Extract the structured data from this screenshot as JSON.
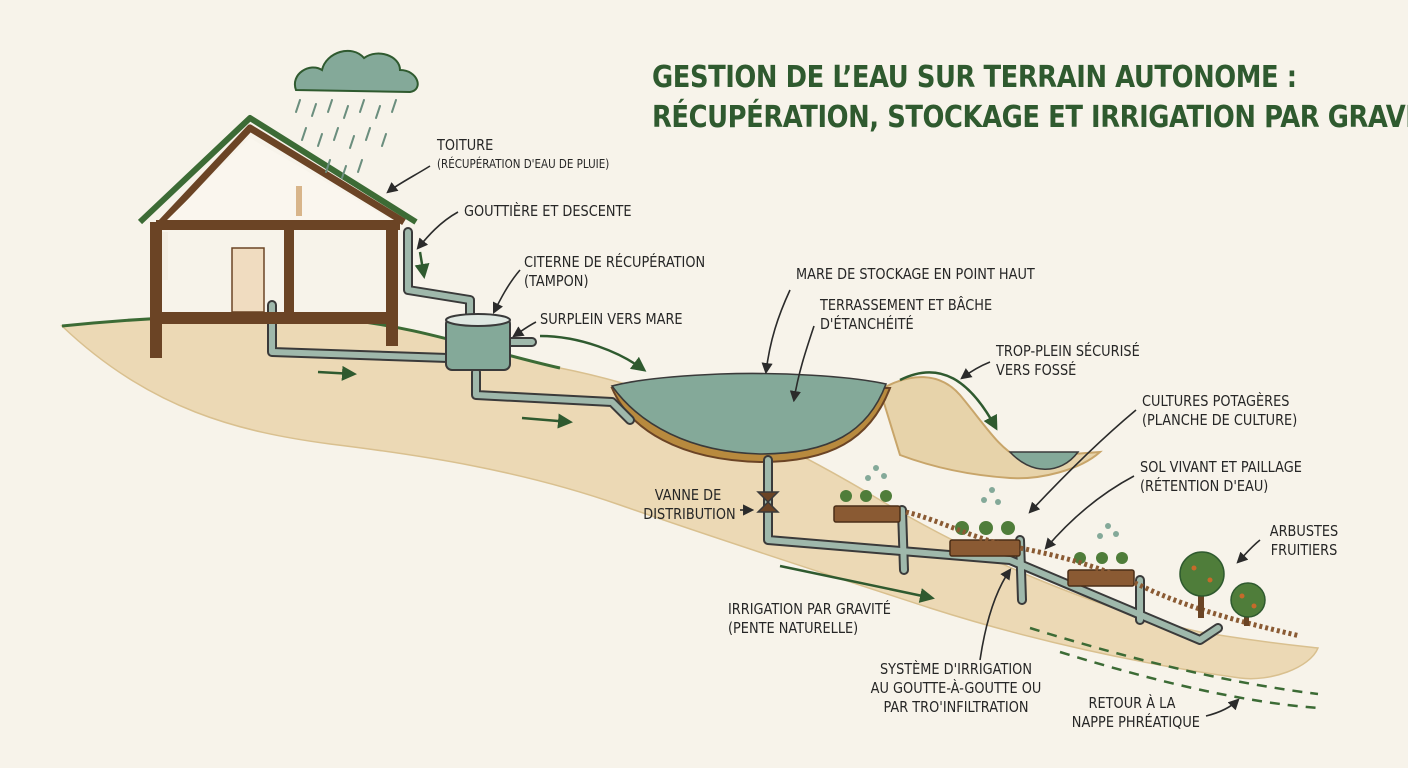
{
  "title": {
    "line1": "GESTION DE L’EAU SUR TERRAIN AUTONOME :",
    "line2": "RÉCUPÉRATION, STOCKAGE ET IRRIGATION PAR GRAVITÉ"
  },
  "labels": {
    "toiture": {
      "line1": "TOITURE",
      "line2": "(RÉCUPÉRATION D'EAU DE PLUIE)"
    },
    "gouttiere": {
      "line1": "GOUTTIÈRE ET DESCENTE"
    },
    "citerne": {
      "line1": "CITERNE DE RÉCUPÉRATION",
      "line2": "(TAMPON)"
    },
    "surplein": {
      "line1": "SURPLEIN VERS MARE"
    },
    "mare": {
      "line1": "MARE DE STOCKAGE EN POINT HAUT"
    },
    "terrassement": {
      "line1": "TERRASSEMENT ET BÂCHE",
      "line2": "D'ÉTANCHÉITÉ"
    },
    "trop_plein": {
      "line1": "TROP-PLEIN SÉCURISÉ",
      "line2": "VERS FOSSÉ"
    },
    "cultures": {
      "line1": "CULTURES POTAGÈRES",
      "line2": "(PLANCHE DE CULTURE)"
    },
    "sol": {
      "line1": "SOL VIVANT ET PAILLAGE",
      "line2": "(RÉTENTION D'EAU)"
    },
    "vanne": {
      "line1": "VANNE DE",
      "line2": "DISTRIBUTION"
    },
    "arbustes": {
      "line1": "ARBUSTES",
      "line2": "FRUITIERS"
    },
    "irrigation_gravite": {
      "line1": "IRRIGATION PAR GRAVITÉ",
      "line2": "(PENTE NATURELLE)"
    },
    "goutte": {
      "line1": "SYSTÈME D'IRRIGATION",
      "line2": "AU GOUTTE-À-GOUTTE OU",
      "line3": "PAR TRO'INFILTRATION"
    },
    "retour": {
      "line1": "RETOUR À LA",
      "line2": "NAPPE PHRÉATIQUE"
    }
  },
  "colors": {
    "background": "#f7f3ea",
    "soil": "#ecd9b5",
    "water": "#84a999",
    "pipe": "#9fb8ab",
    "dark_green": "#2f5a2f",
    "wood": "#6b4425",
    "outline": "#3a3a3a"
  }
}
